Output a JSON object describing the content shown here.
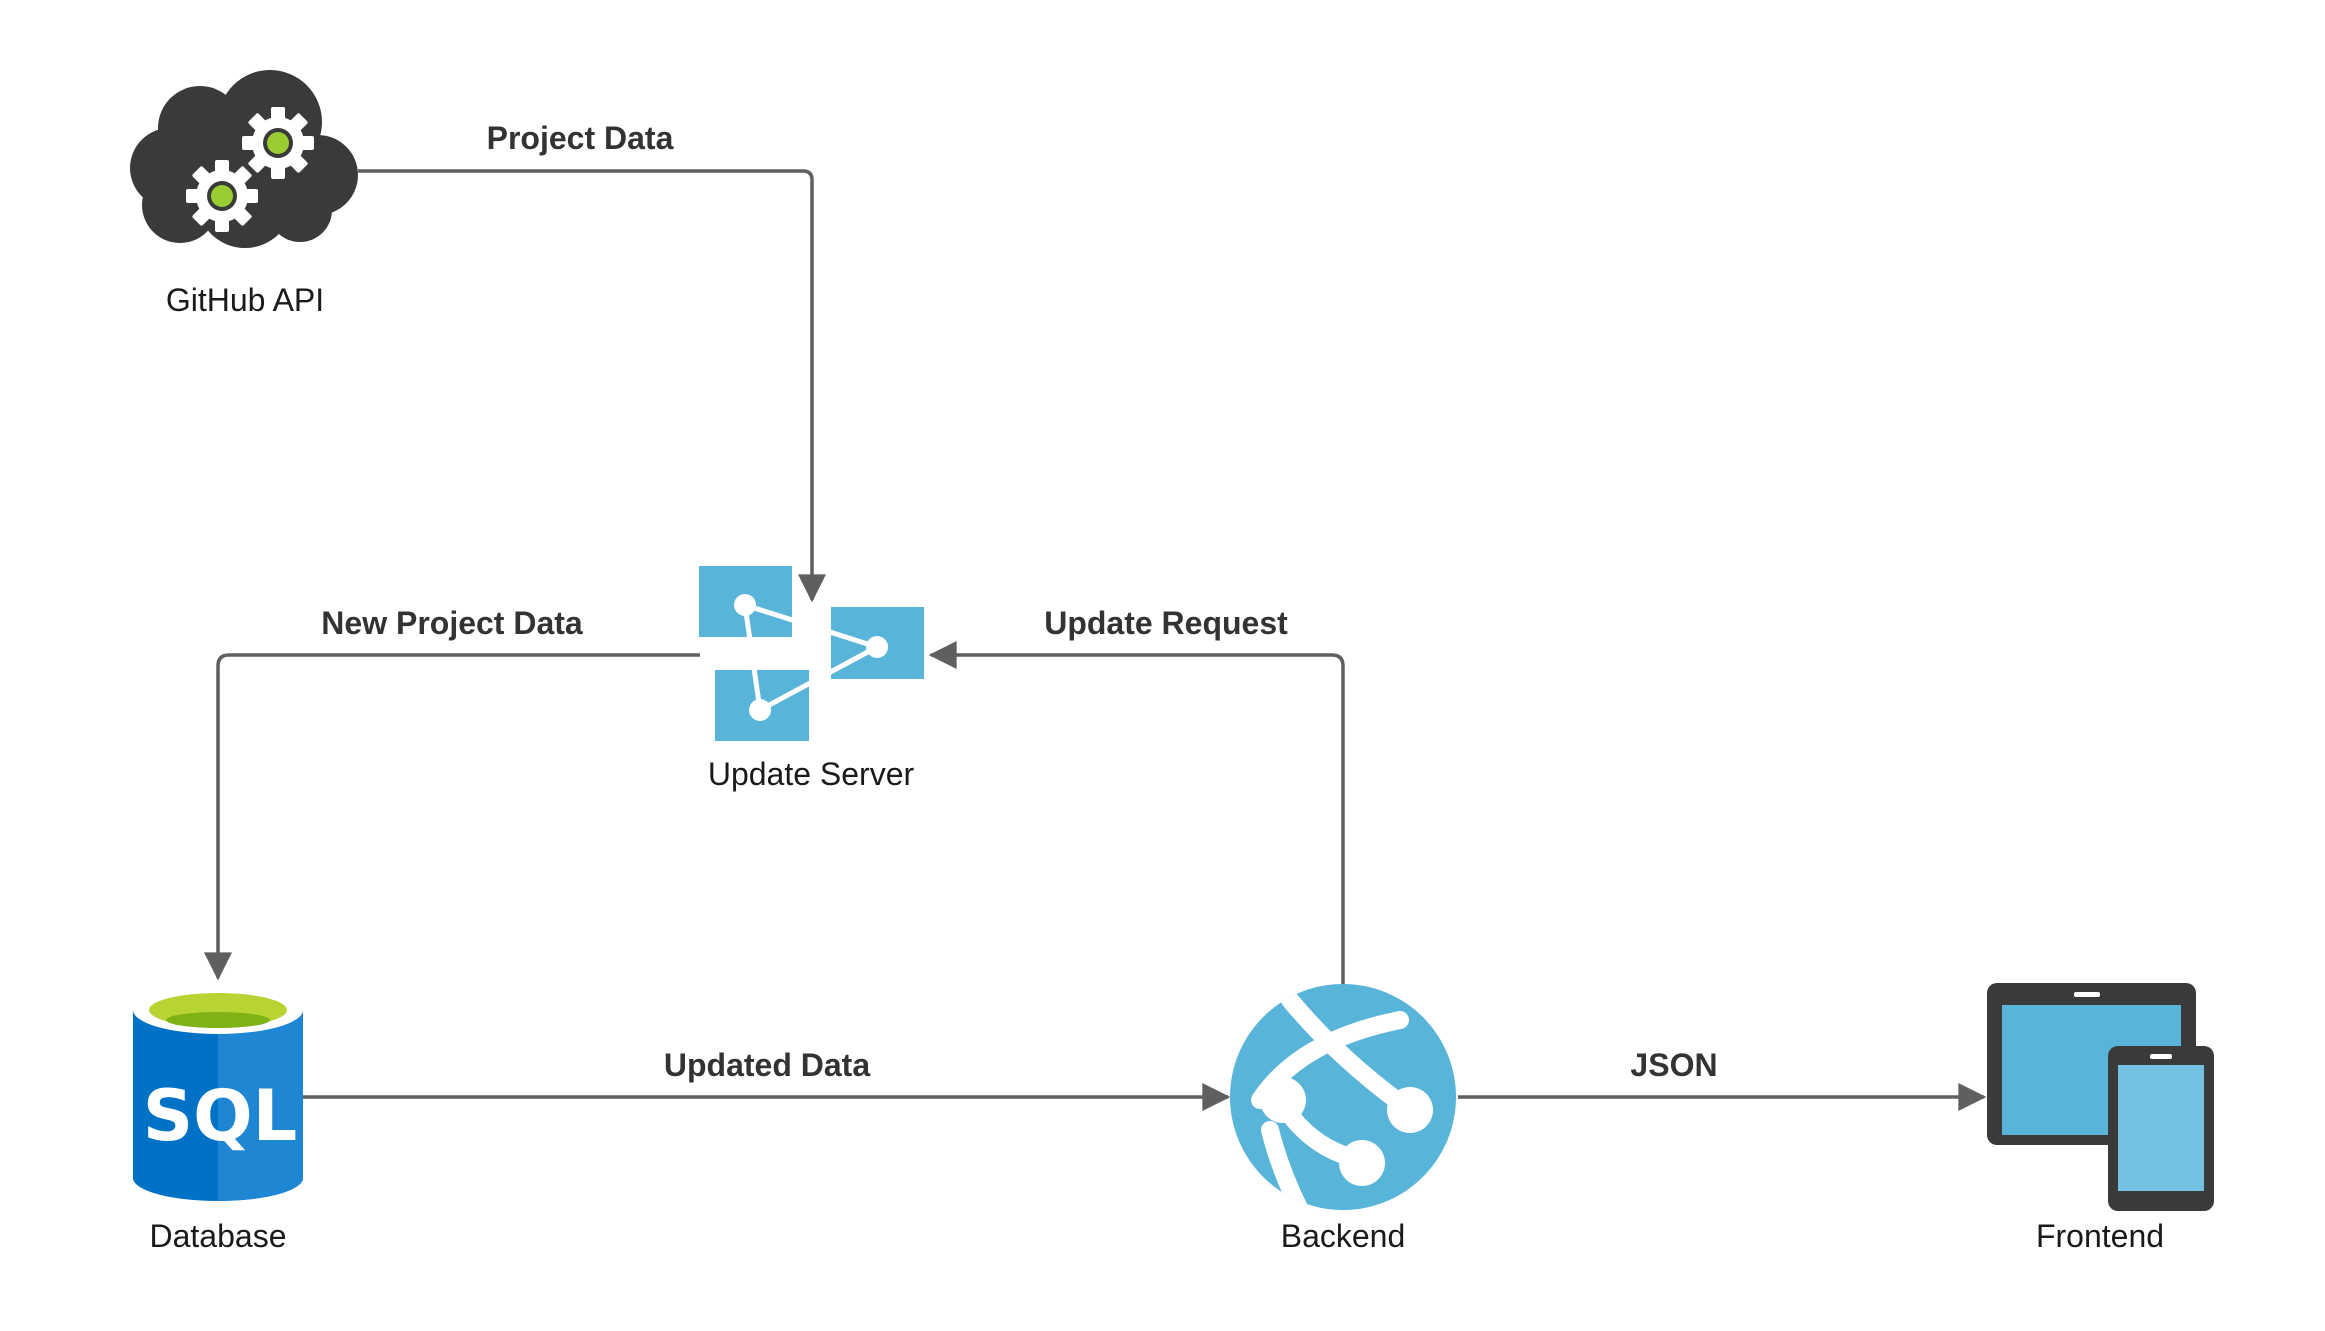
{
  "nodes": {
    "github_api": {
      "label": "GitHub API",
      "icon": "cloud-gears-icon"
    },
    "update_server": {
      "label": "Update Server",
      "icon": "service-fabric-icon"
    },
    "database": {
      "label": "Database",
      "icon": "sql-database-icon",
      "badge": "SQL"
    },
    "backend": {
      "label": "Backend",
      "icon": "web-app-globe-icon"
    },
    "frontend": {
      "label": "Frontend",
      "icon": "tablet-phone-icon"
    }
  },
  "edges": {
    "project_data": {
      "label": "Project Data",
      "from": "GitHub API",
      "to": "Update Server"
    },
    "new_project_data": {
      "label": "New Project Data",
      "from": "Update Server",
      "to": "Database"
    },
    "update_request": {
      "label": "Update Request",
      "from": "Backend",
      "to": "Update Server"
    },
    "updated_data": {
      "label": "Updated Data",
      "from": "Database",
      "to": "Backend"
    },
    "json": {
      "label": "JSON",
      "from": "Backend",
      "to": "Frontend"
    }
  },
  "colors": {
    "arrow": "#5f5f5f",
    "cloud": "#3a3a3a",
    "gear_center": "#9acd32",
    "azure_blue": "#59b4d9",
    "sql_blue": "#0072c6",
    "sql_top": "#b8d432",
    "device_frame": "#3a3a3a"
  }
}
